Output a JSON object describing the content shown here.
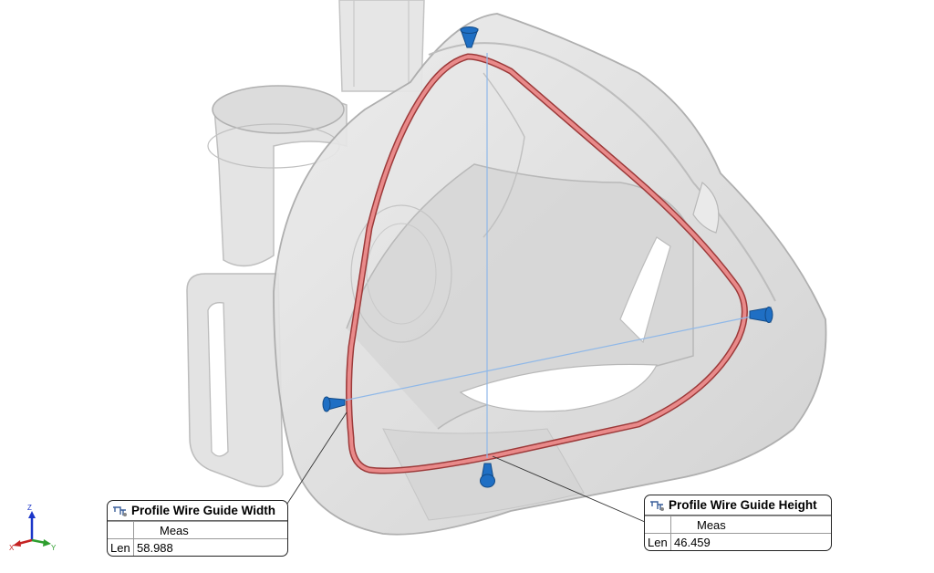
{
  "callouts": {
    "width": {
      "title": "Profile Wire Guide Width",
      "column_header": "Meas",
      "row_label": "Len",
      "value": "58.988"
    },
    "height": {
      "title": "Profile Wire Guide Height",
      "column_header": "Meas",
      "row_label": "Len",
      "value": "46.459"
    }
  },
  "triad": {
    "z": "Z",
    "x": "X",
    "y": "Y"
  },
  "colors": {
    "wire": "#e07070",
    "marker": "#1f6fc4",
    "measure_line": "#8fb8e8"
  }
}
